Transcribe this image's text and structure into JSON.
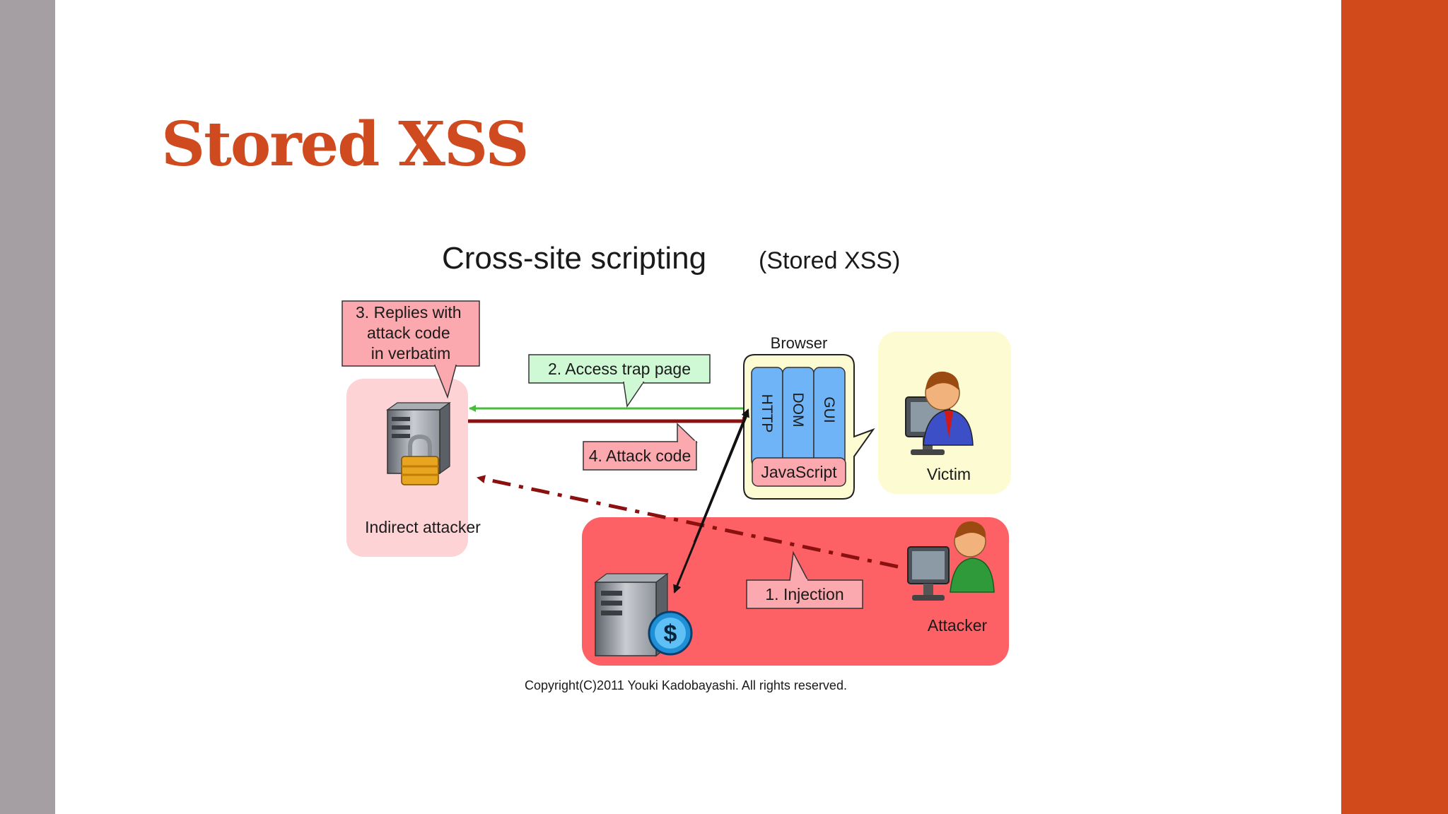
{
  "slide": {
    "title": "Stored XSS"
  },
  "diagram": {
    "heading": "Cross-site scripting",
    "heading_suffix": "(Stored XSS)",
    "callout_replies": [
      "3. Replies with",
      "attack code",
      "in verbatim"
    ],
    "callout_access": "2. Access trap page",
    "callout_attack_code": "4. Attack code",
    "callout_injection": "1. Injection",
    "browser_label": "Browser",
    "browser_layers": [
      "HTTP",
      "DOM",
      "GUI"
    ],
    "javascript_label": "JavaScript",
    "victim_label": "Victim",
    "indirect_attacker_label": "Indirect attacker",
    "attacker_label": "Attacker",
    "copyright": "Copyright(C)2011 Youki Kadobayashi.  All rights reserved."
  },
  "colors": {
    "title": "#cf4b1f",
    "left_bar": "#a59fa3",
    "right_bar": "#d04a1c",
    "attacker_zone": "#fd6166",
    "indirect_zone": "#fdd3d5",
    "victim_zone": "#fdfbd2",
    "callout_green": "#cff9d4",
    "callout_pink": "#fba8ae",
    "browser_blue": "#70b4f8",
    "arrow_green": "#4bbb3c",
    "arrow_darkred": "#8b1010"
  }
}
